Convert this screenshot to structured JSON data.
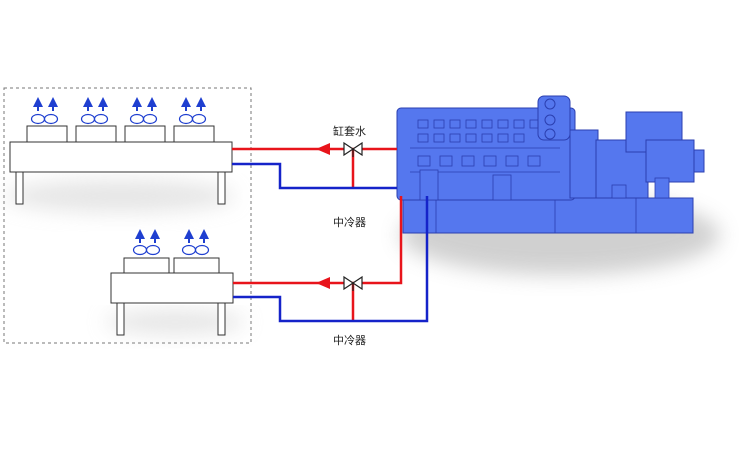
{
  "labels": {
    "cylinder_water": "缸套水",
    "intercooler_upper": "中冷器",
    "intercooler_lower": "中冷器"
  },
  "colors": {
    "hot_pipe": "#e8141b",
    "cold_pipe": "#1523c9",
    "engine_fill": "#5577ee",
    "engine_stroke": "#2b3fb0",
    "airflow_arrow": "#1f3fd0",
    "cooler_fill": "#ffffff",
    "cooler_stroke": "#333333",
    "enclosure_border": "#777777"
  },
  "icons": {
    "valve_upper": "three-way-valve-icon",
    "valve_lower": "three-way-valve-icon",
    "flow_upper": "flow-direction-arrow-icon",
    "flow_lower": "flow-direction-arrow-icon"
  }
}
